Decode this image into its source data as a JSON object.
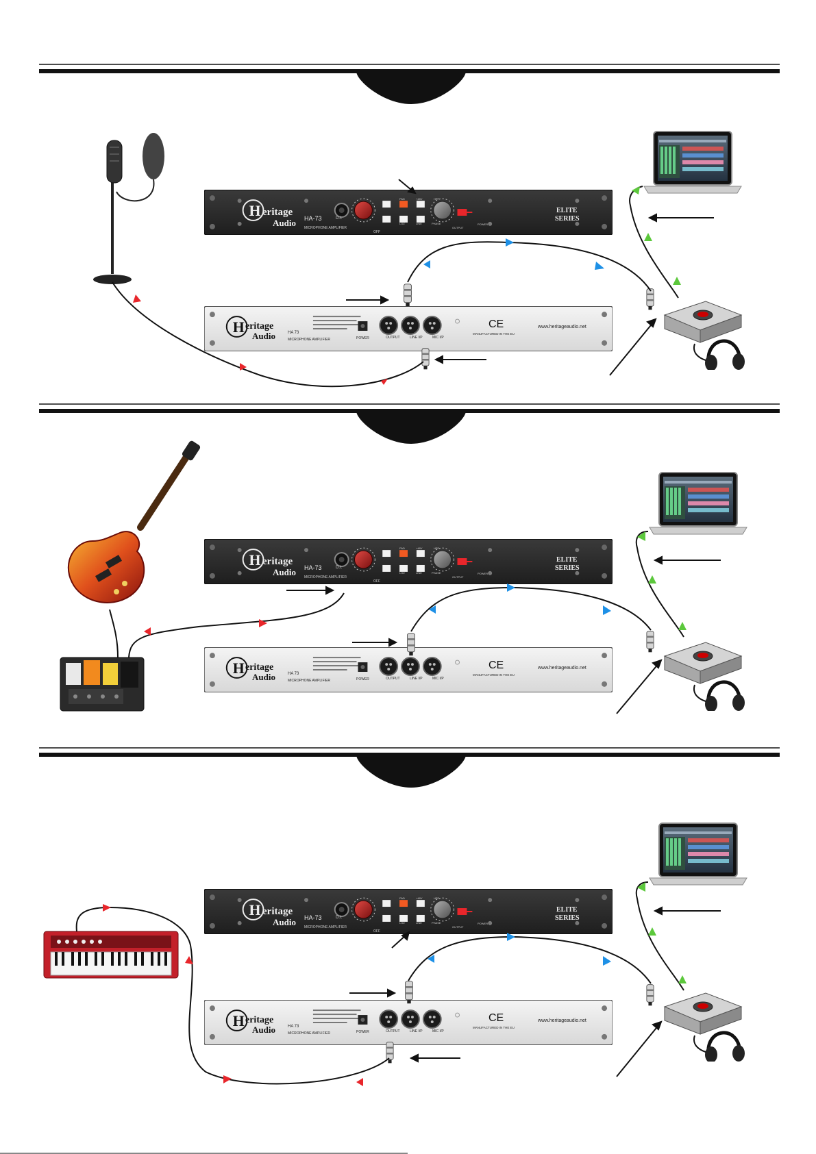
{
  "brand": {
    "word_main": "eritage",
    "word_sub": "Audio",
    "model_front": "HA-73",
    "model_rear": "HA 73",
    "subtitle": "MICROPHONE AMPLIFIER",
    "series_line1": "ELITE",
    "series_line2": "SERIES",
    "website": "www.heritageaudio.net",
    "manufactured": "MANUFACTURED IN THE EU",
    "ce": "CE"
  },
  "front_panel": {
    "di_label": "D.I.",
    "gain_label": "OFF",
    "switches_top": [
      "PAD",
      "+48V",
      "HPF"
    ],
    "switches_bottom": [
      "LOZ",
      "LINE",
      "PHASE"
    ],
    "output_label": "OUTPUT",
    "power_label": "POWER"
  },
  "rear_panel": {
    "power_label": "POWER",
    "connectors": [
      "OUTPUT",
      "LINE I/P",
      "MIC I/P"
    ]
  },
  "colors": {
    "signal_red": "#e8262b",
    "signal_blue": "#1e90e6",
    "signal_green": "#5cc83c",
    "front_panel": "#2b2b2b",
    "rear_panel": "#e9e9e9",
    "synth_body": "#c3202a"
  }
}
